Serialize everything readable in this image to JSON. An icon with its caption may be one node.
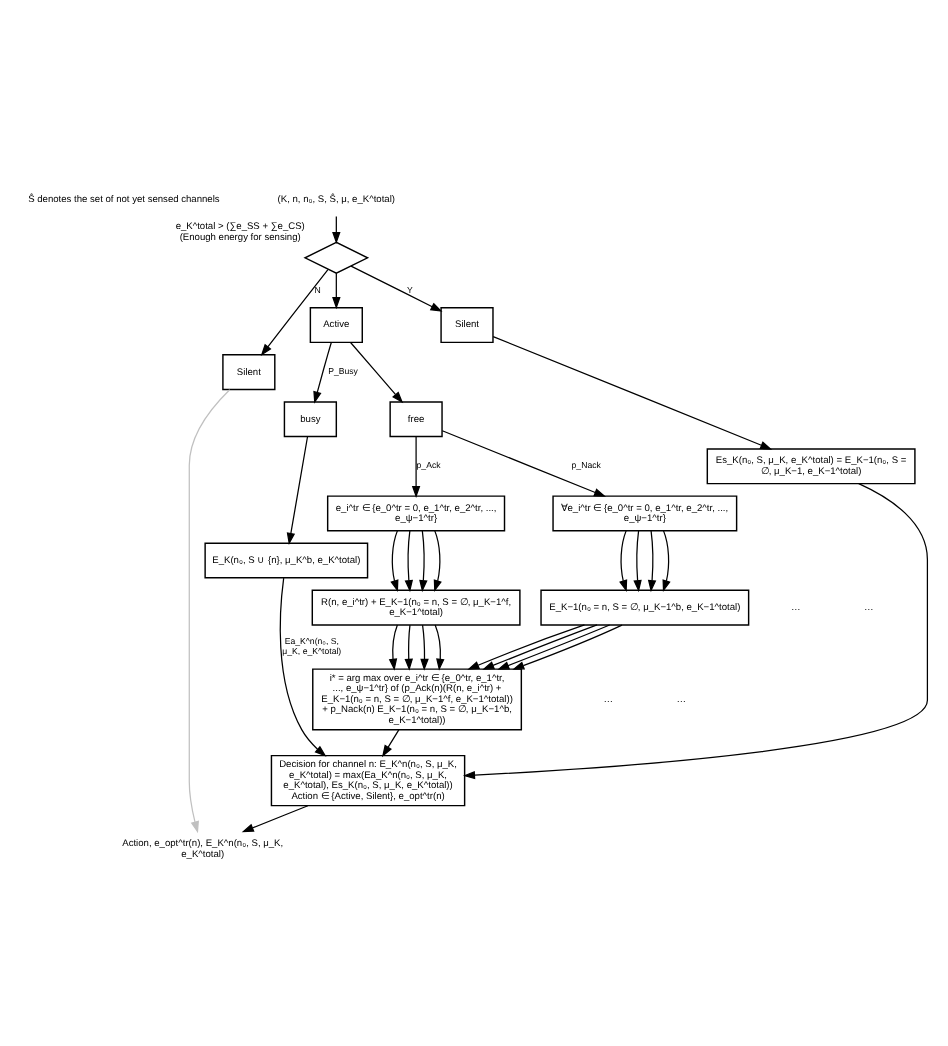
{
  "diagram": {
    "nodes": [
      {
        "text": [
          "(K, n, n₀, S, Ŝ, μ, e_K^total)"
        ]
      },
      {
        "text": [],
        "shape": "diamond",
        "beside": [
          "e_K^total > (∑e_SS + ∑e_CS)",
          "(Enough energy for sensing)"
        ]
      },
      {
        "text": [
          "Silent"
        ]
      },
      {
        "text": [
          "Silent"
        ]
      },
      {
        "text": [
          "Active"
        ]
      },
      {
        "text": [
          "busy"
        ]
      },
      {
        "text": [
          "free"
        ]
      },
      {
        "text": [
          "E_K(n₀, S ∪ {n}, μ_K^b, e_K^total)"
        ]
      },
      {
        "text": [
          "∀e_i^tr ∈ {e_0^tr = 0, e_1^tr, e_2^tr, ..., e_ψ−1^tr}"
        ]
      },
      {
        "text": [
          "e_i^tr ∈ {e_0^tr = 0, e_1^tr, e_2^tr, ..., e_ψ−1^tr}"
        ]
      },
      {
        "text": [
          "Es_K(n₀, S, μ_K, e_K^total) = E_K−1(n₀, S = ∅, μ_K−1, e_K−1^total)"
        ]
      },
      {
        "text": [
          "E_K−1(n₀ = n, S = ∅, μ_K−1^b, e_K−1^total)"
        ]
      },
      {
        "text": [
          "R(n, e_i^tr) + E_K−1(n₀ = n, S = ∅, μ_K−1^f, e_K−1^total)"
        ]
      },
      {
        "text": [
          "i* = arg max over e_i^tr ∈ {e_0^tr, e_1^tr, ..., e_ψ−1^tr} of (p_Ack(n)(R(n, e_i^tr) + E_K−1(n₀ = n, S = ∅, μ_K−1^f, e_K−1^total)) + p_Nack(n) E_K−1(n₀ = n, S = ∅, μ_K−1^b, e_K−1^total))"
        ]
      },
      {
        "text": [
          "Decision for channel n: E_K^n(n₀, S, μ_K, e_K^total) = max(Ea_K^n(n₀, S, μ_K, e_K^total), Es_K(n₀, S, μ_K, e_K^total))",
          "Action ∈ {Active, Silent}, e_opt^tr(n)"
        ]
      },
      {
        "text": [
          "Action, e_opt^tr(n), E_K^n(n₀, S, μ_K, e_K^total)"
        ]
      }
    ],
    "edges": [
      {
        "from": 0,
        "to": 1,
        "arrow": "to"
      },
      {
        "from": 1,
        "to": 2,
        "arrow": "to",
        "label": "N"
      },
      {
        "from": 1,
        "to": 3,
        "arrow": "to",
        "label": "Y"
      },
      {
        "from": 1,
        "to": 4,
        "arrow": "to"
      },
      {
        "from": 4,
        "to": 5,
        "arrow": "to",
        "label": "P_Busy"
      },
      {
        "from": 4,
        "to": 6,
        "arrow": "to"
      },
      {
        "from": 5,
        "to": 7,
        "arrow": "to"
      },
      {
        "from": 6,
        "to": 8,
        "arrow": "to",
        "label": "p_Nack"
      },
      {
        "from": 6,
        "to": 9,
        "arrow": "to",
        "label": "p_Ack"
      },
      {
        "from": 3,
        "to": 10,
        "arrow": "to"
      },
      {
        "from": 8,
        "to": 11,
        "arrow": "to"
      },
      {
        "from": 8,
        "to": 11,
        "arrow": "to"
      },
      {
        "from": 8,
        "to": 11,
        "arrow": "to"
      },
      {
        "from": 8,
        "to": 11,
        "arrow": "to"
      },
      {
        "from": 9,
        "to": 12,
        "arrow": "to"
      },
      {
        "from": 9,
        "to": 12,
        "arrow": "to"
      },
      {
        "from": 9,
        "to": 12,
        "arrow": "to"
      },
      {
        "from": 9,
        "to": 12,
        "arrow": "to"
      },
      {
        "from": 11,
        "to": 13,
        "arrow": "to"
      },
      {
        "from": 11,
        "to": 13,
        "arrow": "to"
      },
      {
        "from": 11,
        "to": 13,
        "arrow": "to"
      },
      {
        "from": 11,
        "to": 13,
        "arrow": "to"
      },
      {
        "from": 12,
        "to": 13,
        "arrow": "to"
      },
      {
        "from": 12,
        "to": 13,
        "arrow": "to"
      },
      {
        "from": 12,
        "to": 13,
        "arrow": "to"
      },
      {
        "from": 12,
        "to": 13,
        "arrow": "to"
      },
      {
        "from": 7,
        "to": 14,
        "arrow": "to",
        "label": "Ea_K^n(n₀, S, μ_K, e_K^total)"
      },
      {
        "from": 13,
        "to": 14,
        "arrow": "to"
      },
      {
        "from": 10,
        "to": 14,
        "arrow": "to"
      },
      {
        "from": 2,
        "to": 15,
        "arrow": "to",
        "color": "#c0c0c0"
      },
      {
        "from": 14,
        "to": 15,
        "arrow": "to"
      }
    ],
    "labels": [
      "Ŝ denotes the set of not yet sensed channels",
      "…",
      "…",
      "…",
      "…"
    ]
  }
}
